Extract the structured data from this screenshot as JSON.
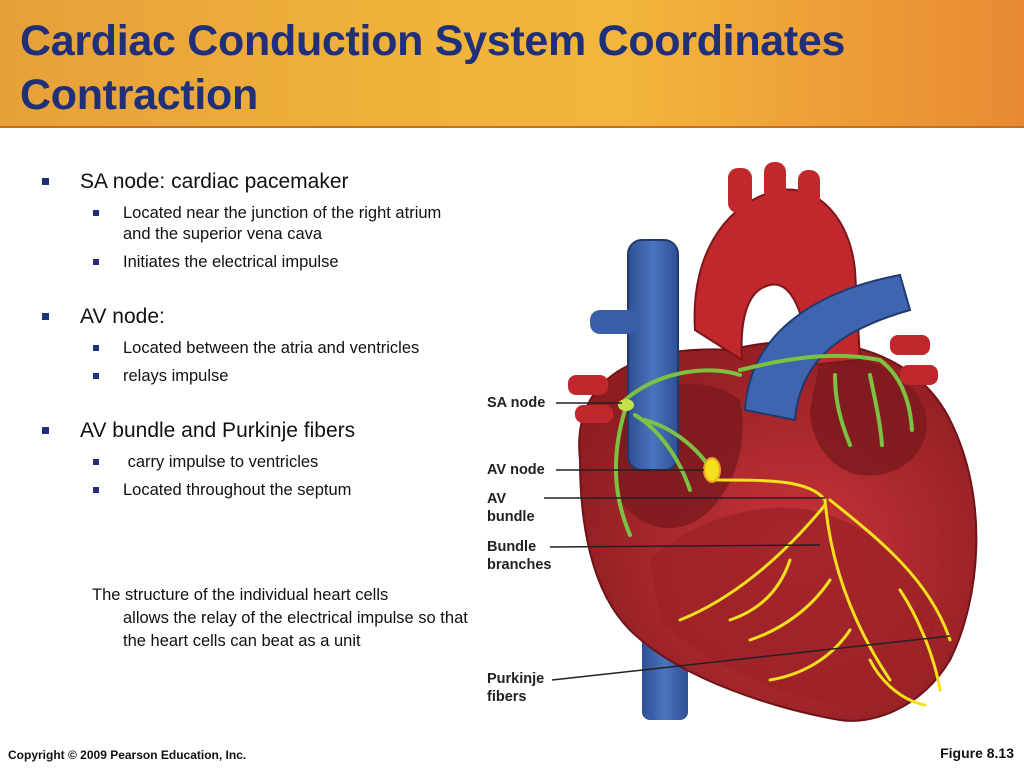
{
  "slide": {
    "title": "Cardiac Conduction System Coordinates Contraction",
    "bullets": [
      {
        "text": "SA node: cardiac pacemaker",
        "sub": [
          "Located near the junction of the right atrium and the superior vena cava",
          "Initiates the electrical impulse"
        ]
      },
      {
        "text": "AV node:",
        "sub": [
          "Located between the atria and ventricles",
          "relays impulse"
        ]
      },
      {
        "text": "AV bundle and Purkinje fibers",
        "sub": [
          " carry impulse to ventricles",
          "Located throughout the septum"
        ]
      }
    ],
    "note": {
      "first": "The structure of the individual heart cells",
      "rest": "allows the relay of the electrical impulse so that the heart cells can beat as a unit"
    }
  },
  "figure": {
    "labels": {
      "sa_node": "SA node",
      "av_node": "AV node",
      "av_bundle_1": "AV",
      "av_bundle_2": "bundle",
      "bundle_branches_1": "Bundle",
      "bundle_branches_2": "branches",
      "purkinje_1": "Purkinje",
      "purkinje_2": "fibers"
    },
    "colors": {
      "title": "#1f2f7a",
      "banner": "#f0b23a",
      "heart_red": "#b3262a",
      "vessel_blue": "#3a5fa8",
      "impulse_green": "#7cc242",
      "fiber_yellow": "#f4e01c"
    }
  },
  "footer": {
    "copyright": "Copyright © 2009 Pearson Education, Inc.",
    "figure_number": "Figure 8.13"
  }
}
